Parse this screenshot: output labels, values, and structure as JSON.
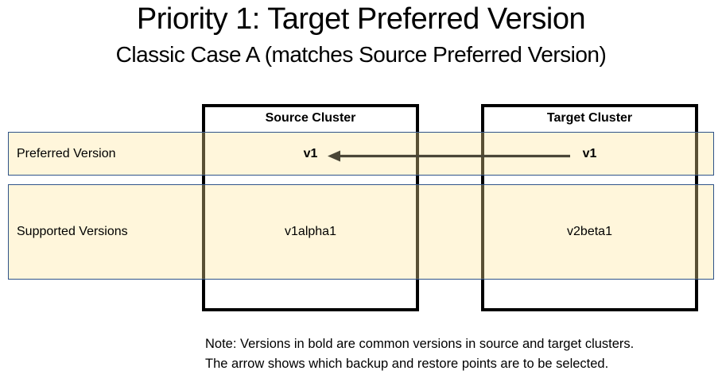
{
  "title": "Priority 1: Target Preferred Version",
  "subtitle": "Classic Case A (matches Source Preferred Version)",
  "clusters": {
    "source": {
      "header": "Source Cluster",
      "preferred_version": "v1",
      "supported_version": "v1alpha1"
    },
    "target": {
      "header": "Target Cluster",
      "preferred_version": "v1",
      "supported_version": "v2beta1"
    }
  },
  "rows": {
    "preferred": {
      "label": "Preferred Version"
    },
    "supported": {
      "label": "Supported Versions"
    }
  },
  "arrow": {
    "description": "arrow from target preferred version to source preferred version",
    "direction": "right-to-left"
  },
  "note": {
    "line1": "Note: Versions in bold are common versions in source and target clusters.",
    "line2": "The arrow shows which backup and restore points are to be selected."
  },
  "colors": {
    "background": "#FFFFFF",
    "box_border": "#000000",
    "band_fill": "rgba(255,229,153,0.35)",
    "band_border": "#2F5389",
    "arrow": "#4A4637",
    "text": "#000000"
  }
}
